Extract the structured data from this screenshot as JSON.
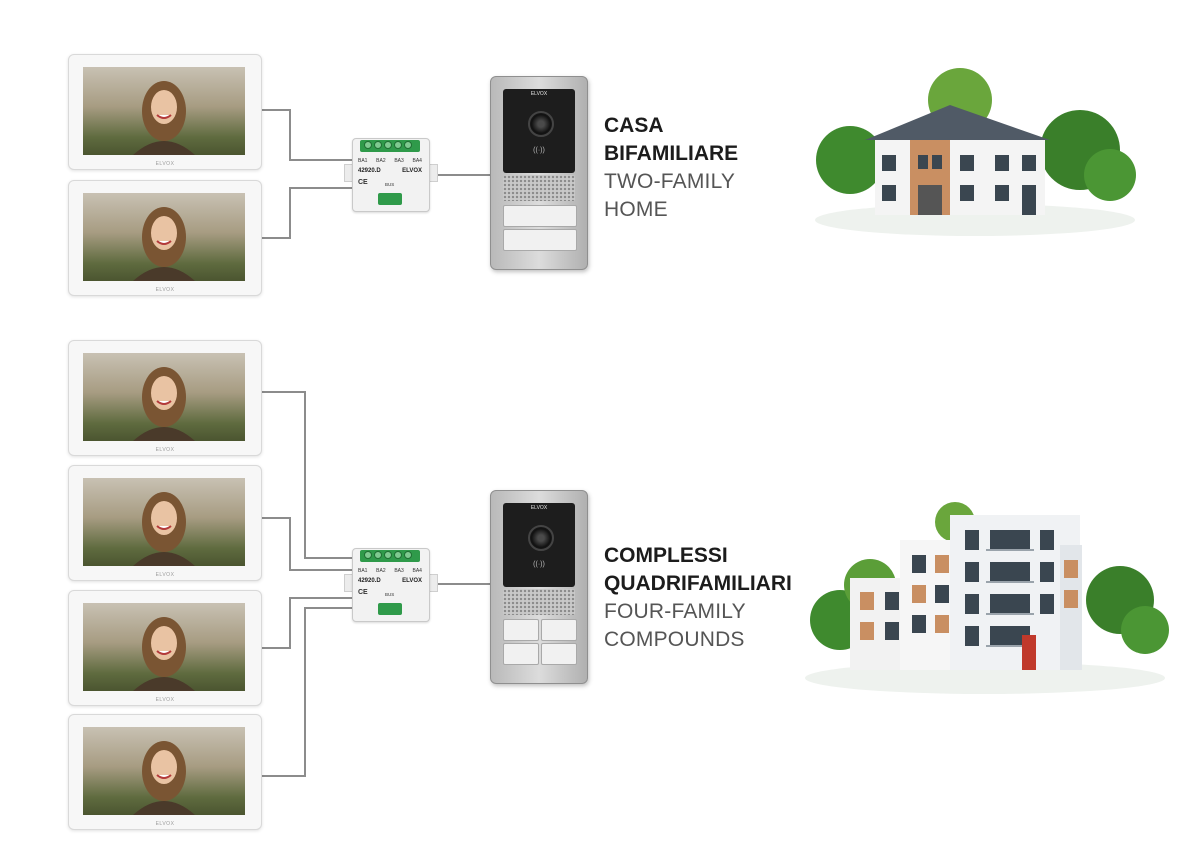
{
  "sections": [
    {
      "id": "two-family",
      "title_lines": [
        "CASA",
        "BIFAMILIARE"
      ],
      "subtitle_lines": [
        "TWO-FAMILY",
        "HOME"
      ],
      "monitor_count": 2,
      "door_buttons": 2
    },
    {
      "id": "four-family",
      "title_lines": [
        "COMPLESSI",
        "QUADRIFAMILIARI"
      ],
      "subtitle_lines": [
        "FOUR-FAMILY",
        "COMPOUNDS"
      ],
      "monitor_count": 4,
      "door_buttons": 4
    }
  ],
  "monitor": {
    "brand": "ELVOX"
  },
  "module": {
    "code": "42920.D",
    "brand": "ELVOX",
    "outputs": [
      "BA1",
      "BA2",
      "BA3",
      "BA4"
    ],
    "bus_label": "BUS",
    "ce_mark": "CE"
  },
  "door_panel": {
    "brand": "ELVOX",
    "rfid_symbol": "((·))"
  },
  "colors": {
    "wire": "#8c8c8c",
    "terminal_green": "#2f9a4a",
    "panel_silver": "#c6c6c6",
    "text_dark": "#1c1c1c"
  }
}
